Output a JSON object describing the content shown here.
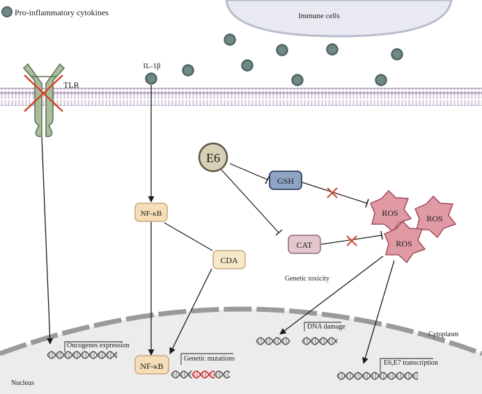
{
  "legend": {
    "cytokine_label": "Pro-inflammatory cytokines"
  },
  "labels": {
    "immune_cells": "Immune cells",
    "tlr": "TLR",
    "il1b": "IL-1β",
    "e6": "E6",
    "gsh": "GSH",
    "cat": "CAT",
    "ros": "ROS",
    "nfkb": "NF-κB",
    "cda": "CDA",
    "genetic_toxicity": "Genetic toxicity",
    "dna_damage": "DNA damage",
    "cytoplasm": "Cytoplasm",
    "oncogenes_expression": "Oncogenes expression",
    "genetic_mutations": "Genetic mutations",
    "transcription": "E6,E7 transcription",
    "nucleus": "Nucleus"
  },
  "colors": {
    "cytokine": "#6f8a86",
    "membrane": "#b9a6c4",
    "nucleus_fill": "#ececec",
    "receptor": "#a9bd9c",
    "inhibit_cross": "#d0462b",
    "e6": "#d7d0b4",
    "gsh": "#8fa4c4",
    "cat": "#e2c7cd",
    "ros": "#e09aa4",
    "nfkb": "#f5deb8",
    "cda": "#f6e8c9",
    "mutation_dna": "#d1232a"
  }
}
